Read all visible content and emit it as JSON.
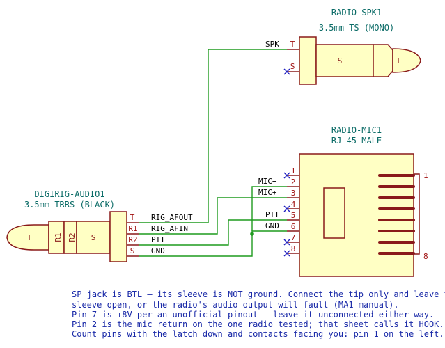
{
  "components": {
    "spk": {
      "ref": "RADIO-SPK1",
      "value": "3.5mm TS (MONO)",
      "pins": [
        "T",
        "S"
      ],
      "body_labels": [
        "S",
        "T"
      ]
    },
    "mic": {
      "ref": "RADIO-MIC1",
      "value": "RJ-45 MALE",
      "pins": [
        "1",
        "2",
        "3",
        "4",
        "5",
        "6",
        "7",
        "8"
      ],
      "edge_numbers": [
        "1",
        "8"
      ]
    },
    "audio": {
      "ref": "DIGIRIG-AUDIO1",
      "value": "3.5mm TRRS (BLACK)",
      "pins": [
        "T",
        "R1",
        "R2",
        "S"
      ],
      "body_labels": [
        "T",
        "R1",
        "R2",
        "S"
      ]
    }
  },
  "nets": {
    "spk": "SPK",
    "mic_minus": "MIC−",
    "mic_plus": "MIC+",
    "ptt_right": "PTT",
    "gnd_right": "GND",
    "rig_afout": "RIG_AFOUT",
    "rig_afin": "RIG_AFIN",
    "ptt_left": "PTT",
    "gnd_left": "GND"
  },
  "notes": [
    "SP jack is BTL — its sleeve is NOT ground. Connect the tip only and leave the",
    "sleeve open, or the radio's audio output will fault (MA1 manual).",
    "Pin 7 is +8V per an unofficial pinout — leave it unconnected either way.",
    "Pin 2 is the mic return on the one radio tested; that sheet calls it HOOK.",
    "Count pins with the latch down and contacts facing you: pin 1 on the left."
  ],
  "colors": {
    "wire": "#1f9b1f",
    "outline": "#8a1a1a",
    "fill": "#ffffc4",
    "pin": "#a01010",
    "ref": "#0a6b66",
    "note": "#1a2aa8",
    "no_connect": "#2020c0"
  }
}
